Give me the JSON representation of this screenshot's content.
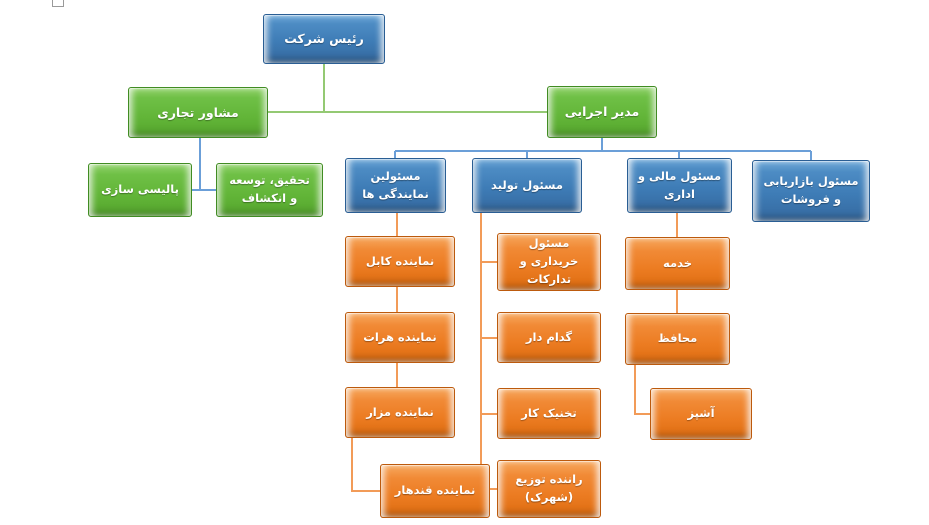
{
  "diagram": {
    "type": "org_chart",
    "text_direction": "rtl",
    "palette": {
      "root_box": "#3e7cb6",
      "green_box": "#6fc046",
      "blue_box": "#3e7cb6",
      "orange_box": "#ec7c22",
      "green_connector": "#94c973",
      "blue_connector": "#6b9fd8",
      "orange_connector": "#f29b58",
      "box_text": "#ffffff",
      "background": "#ffffff"
    },
    "nodes": [
      {
        "id": "ceo",
        "label": "رئيس شرکت",
        "style": "blue",
        "parent": null
      },
      {
        "id": "advisor",
        "label": "مشاور تجاری",
        "style": "green",
        "parent": "ceo"
      },
      {
        "id": "exec",
        "label": "مدیر اجرایی",
        "style": "green",
        "parent": "ceo"
      },
      {
        "id": "policy",
        "label": "پالیسی سازی",
        "style": "green",
        "parent": "advisor"
      },
      {
        "id": "rnd",
        "label": "تحقیق، توسعه و انکشاف",
        "style": "green",
        "parent": "advisor"
      },
      {
        "id": "reps",
        "label": "مسئولین نمایندگی ها",
        "style": "blue",
        "parent": "exec"
      },
      {
        "id": "production",
        "label": "مسئول تولید",
        "style": "blue",
        "parent": "exec"
      },
      {
        "id": "finance",
        "label": "مسئول مالی و اداری",
        "style": "blue",
        "parent": "exec"
      },
      {
        "id": "marketing",
        "label": "مسئول بازاریابی و فروشات",
        "style": "blue",
        "parent": "exec"
      },
      {
        "id": "kabul",
        "label": "نماینده کابل",
        "style": "orange",
        "parent": "reps"
      },
      {
        "id": "herat",
        "label": "نماینده هرات",
        "style": "orange",
        "parent": "reps"
      },
      {
        "id": "mazar",
        "label": "نماینده مزار",
        "style": "orange",
        "parent": "reps"
      },
      {
        "id": "kandahar",
        "label": "نماینده قندهار",
        "style": "orange",
        "parent": "mazar"
      },
      {
        "id": "procurement",
        "label": "مسئول خریداری و تدارکات",
        "style": "orange",
        "parent": "production"
      },
      {
        "id": "warehouse",
        "label": "گدام دار",
        "style": "orange",
        "parent": "production"
      },
      {
        "id": "technician",
        "label": "تخنیک کار",
        "style": "orange",
        "parent": "production"
      },
      {
        "id": "driver",
        "label": "راننده توزیع (شهرک)",
        "style": "orange",
        "parent": "production"
      },
      {
        "id": "staff",
        "label": "خدمه",
        "style": "orange",
        "parent": "finance"
      },
      {
        "id": "guard",
        "label": "محافظ",
        "style": "orange",
        "parent": "finance"
      },
      {
        "id": "cook",
        "label": "آشپز",
        "style": "orange",
        "parent": "guard"
      }
    ]
  }
}
